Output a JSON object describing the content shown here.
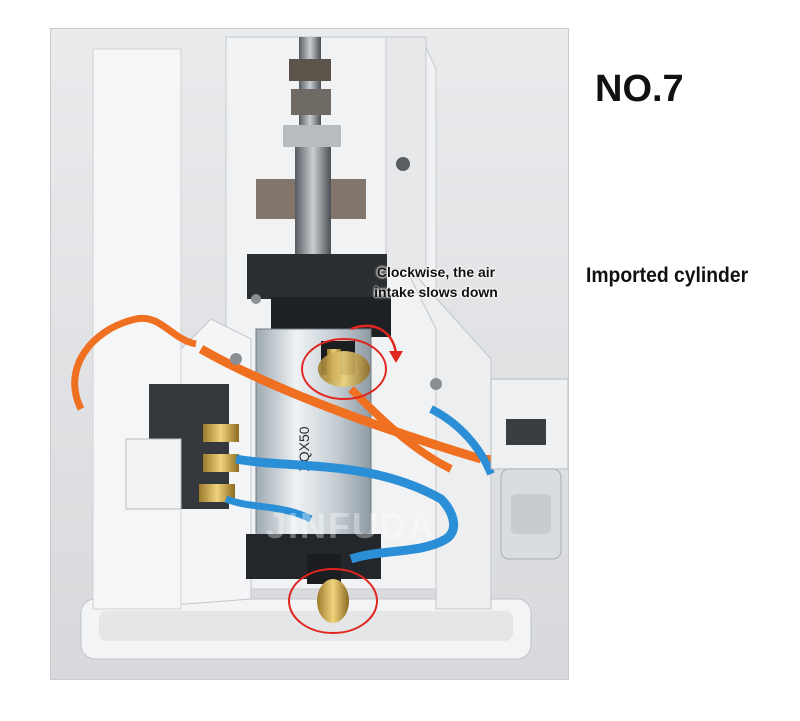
{
  "labels": {
    "number": "NO.7",
    "component": "Imported cylinder",
    "callout_line1": "Clockwise, the air",
    "callout_line2": "intake slows down",
    "watermark": "JINFUDA",
    "cylinder_marking": "XQX50"
  },
  "colors": {
    "frame": "#eef0f2",
    "tube_orange": "#f07022",
    "tube_blue": "#2a8fd6",
    "cylinder": "#cfd6db",
    "marker_circle": "#e0261f"
  },
  "icons": {
    "arrow": "clockwise-arrow-icon",
    "marker": "highlight-circle-icon"
  }
}
